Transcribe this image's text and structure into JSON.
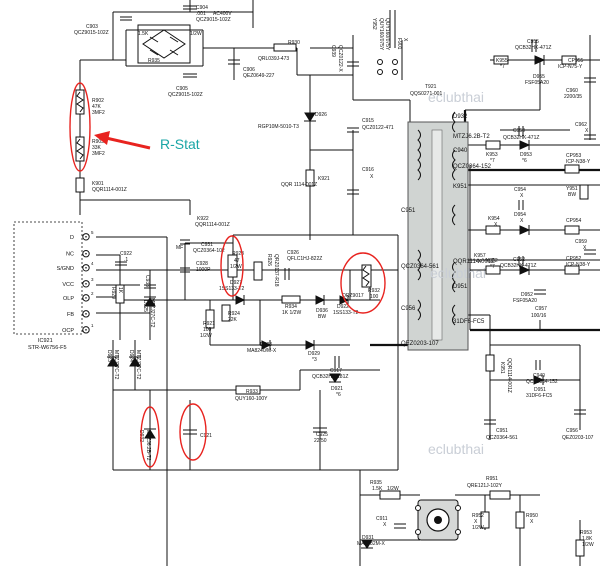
{
  "annotation": {
    "label": "R-Stat",
    "color": "#1aa6a6",
    "arrow_color": "#e8231f"
  },
  "highlight_color": "#e8231f",
  "watermarks": [
    "eclubthai",
    "eclubthai",
    "eclubthai"
  ],
  "ic": {
    "name": "IC921",
    "part": "STR-W6756-F5",
    "pins": [
      {
        "num": "5",
        "label": "D"
      },
      {
        "num": "",
        "label": "NC"
      },
      {
        "num": "4",
        "label": "S/GND"
      },
      {
        "num": "3",
        "label": "VCC"
      },
      {
        "num": "2",
        "label": "OLP"
      },
      {
        "num": "",
        "label": "FB"
      },
      {
        "num": "1",
        "label": "OCP"
      }
    ]
  },
  "labels": [
    {
      "id": "c904",
      "text": "C904"
    },
    {
      "id": "c904v",
      "text": ".001"
    },
    {
      "id": "c904p",
      "text": "AC400V"
    },
    {
      "id": "c904q",
      "text": "QCZ9015-102Z"
    },
    {
      "id": "c903",
      "text": "C903"
    },
    {
      "id": "c903q",
      "text": "QCZ9015-102Z"
    },
    {
      "id": "c905",
      "text": "C905"
    },
    {
      "id": "c905q",
      "text": "QCZ9015-102Z"
    },
    {
      "id": "r930",
      "text": "R930"
    },
    {
      "id": "r930q",
      "text": "QRL039J-473"
    },
    {
      "id": "c906",
      "text": "C906"
    },
    {
      "id": "c906q",
      "text": "QEZ0649-227"
    },
    {
      "id": "r902",
      "text": "R902"
    },
    {
      "id": "r902v",
      "text": "47K"
    },
    {
      "id": "r902w",
      "text": "3MF2"
    },
    {
      "id": "r903",
      "text": "R903"
    },
    {
      "id": "r903v",
      "text": "33K"
    },
    {
      "id": "r903w",
      "text": "3MF2"
    },
    {
      "id": "d926",
      "text": "D926"
    },
    {
      "id": "d926q",
      "text": "RGP10M-5010-T3"
    },
    {
      "id": "c915",
      "text": "C915"
    },
    {
      "id": "c915q",
      "text": "QCZ0122-471"
    },
    {
      "id": "k901",
      "text": "K901"
    },
    {
      "id": "k901q",
      "text": "QQR1114-001Z"
    },
    {
      "id": "k921",
      "text": "K921"
    },
    {
      "id": "k921q",
      "text": "QQR 1114-001Z"
    },
    {
      "id": "c916",
      "text": "C916"
    },
    {
      "id": "c916v",
      "text": "X"
    },
    {
      "id": "t921",
      "text": "T921"
    },
    {
      "id": "t921q",
      "text": "QQS0271-001"
    },
    {
      "id": "k955",
      "text": "K955"
    },
    {
      "id": "k955v",
      "text": "*7"
    },
    {
      "id": "c955",
      "text": "C955"
    },
    {
      "id": "c955q",
      "text": "QCB32HK-471Z"
    },
    {
      "id": "d955",
      "text": "D955"
    },
    {
      "id": "d955q",
      "text": "FSF05A20"
    },
    {
      "id": "cp955",
      "text": "CP955"
    },
    {
      "id": "cp955q",
      "text": "ICP-N75-Y"
    },
    {
      "id": "c960",
      "text": "C960"
    },
    {
      "id": "c960v",
      "text": "2200/35"
    },
    {
      "id": "c953",
      "text": "C953"
    },
    {
      "id": "c953q",
      "text": "QCB32HK-471Z"
    },
    {
      "id": "k953",
      "text": "K953"
    },
    {
      "id": "k953v",
      "text": "*7"
    },
    {
      "id": "d953",
      "text": "D953"
    },
    {
      "id": "d953v",
      "text": "*6"
    },
    {
      "id": "cp953",
      "text": "CP953"
    },
    {
      "id": "cp953q",
      "text": "ICP-N38-Y"
    },
    {
      "id": "c962",
      "text": "C962"
    },
    {
      "id": "c962v",
      "text": "X"
    },
    {
      "id": "c954",
      "text": "C954"
    },
    {
      "id": "c954v",
      "text": "X"
    },
    {
      "id": "y951",
      "text": "Y951"
    },
    {
      "id": "y951v",
      "text": "BW"
    },
    {
      "id": "k954",
      "text": "K954"
    },
    {
      "id": "k954v",
      "text": "X"
    },
    {
      "id": "d954",
      "text": "D954"
    },
    {
      "id": "d954v",
      "text": "X"
    },
    {
      "id": "cp954",
      "text": "CP954"
    },
    {
      "id": "c952",
      "text": "C952"
    },
    {
      "id": "c952q",
      "text": "QCB32HK-471Z"
    },
    {
      "id": "k957",
      "text": "K957"
    },
    {
      "id": "k957v",
      "text": "X"
    },
    {
      "id": "k952",
      "text": "K952"
    },
    {
      "id": "k952v",
      "text": "*7"
    },
    {
      "id": "d952",
      "text": "D952"
    },
    {
      "id": "d952q",
      "text": "FSF05A20"
    },
    {
      "id": "cp952",
      "text": "CP952"
    },
    {
      "id": "cp952q",
      "text": "ICP-N38-Y"
    },
    {
      "id": "c959",
      "text": "C959"
    },
    {
      "id": "c959v",
      "text": "X"
    },
    {
      "id": "c957",
      "text": "C957"
    },
    {
      "id": "c957v",
      "text": "100/16"
    },
    {
      "id": "c922",
      "text": "C922"
    },
    {
      "id": "c922v",
      "text": ".1"
    },
    {
      "id": "k922",
      "text": "K922"
    },
    {
      "id": "k922q",
      "text": "QQR1114-001Z"
    },
    {
      "id": "c931",
      "text": "C931"
    },
    {
      "id": "c931q",
      "text": "QCZ0364-102"
    },
    {
      "id": "mf",
      "text": "MF"
    },
    {
      "id": "c928",
      "text": "C928"
    },
    {
      "id": "c928v",
      "text": "1000P"
    },
    {
      "id": "r923",
      "text": "R923"
    },
    {
      "id": "r923v",
      "text": "47"
    },
    {
      "id": "r923w",
      "text": "1/2W"
    },
    {
      "id": "r926",
      "text": "R926"
    },
    {
      "id": "r926q",
      "text": "QRZ0137-R18"
    },
    {
      "id": "c926",
      "text": "C926"
    },
    {
      "id": "c926q",
      "text": "QFLC1HJ-822Z"
    },
    {
      "id": "r932",
      "text": "R932"
    },
    {
      "id": "r932v",
      "text": "100"
    },
    {
      "id": "qrz",
      "text": "QRZ9017"
    },
    {
      "id": "r929",
      "text": "R929"
    },
    {
      "id": "r929v",
      "text": "1K"
    },
    {
      "id": "c933",
      "text": "C933"
    },
    {
      "id": "d927",
      "text": "D927"
    },
    {
      "id": "d927q",
      "text": "1SS133-T2"
    },
    {
      "id": "r934",
      "text": "R934"
    },
    {
      "id": "r934v",
      "text": "1K 1/2W"
    },
    {
      "id": "d936",
      "text": "D936"
    },
    {
      "id": "d936v",
      "text": "BW"
    },
    {
      "id": "d922",
      "text": "D922"
    },
    {
      "id": "d922q",
      "text": "1SS133-T2"
    },
    {
      "id": "d925",
      "text": "D925"
    },
    {
      "id": "d925q",
      "text": "MTZJ27C-T2"
    },
    {
      "id": "r921",
      "text": "R921"
    },
    {
      "id": "r921v",
      "text": "100"
    },
    {
      "id": "r921w",
      "text": "1/2W"
    },
    {
      "id": "r924",
      "text": "R924"
    },
    {
      "id": "r924v",
      "text": "22K"
    },
    {
      "id": "d929",
      "text": "D929"
    },
    {
      "id": "d929v",
      "text": "*3"
    },
    {
      "id": "d928",
      "text": "D928"
    },
    {
      "id": "d928q",
      "text": "MA8240/M-X"
    },
    {
      "id": "c917",
      "text": "C917"
    },
    {
      "id": "c917q",
      "text": "QCB32HK-181Z"
    },
    {
      "id": "d921",
      "text": "D921"
    },
    {
      "id": "d921v",
      "text": "*6"
    },
    {
      "id": "d923",
      "text": "D923"
    },
    {
      "id": "d923q",
      "text": "MTZJ27C-T2"
    },
    {
      "id": "d924",
      "text": "D924"
    },
    {
      "id": "d924q",
      "text": "MTZJ27C-T2"
    },
    {
      "id": "r933",
      "text": "R933"
    },
    {
      "id": "r933q",
      "text": "QUY160-100Y"
    },
    {
      "id": "c925",
      "text": "C925"
    },
    {
      "id": "c925v",
      "text": "22/50"
    },
    {
      "id": "c921",
      "text": "C921"
    },
    {
      "id": "d932",
      "text": "D932"
    },
    {
      "id": "d932q",
      "text": "MTZJ6.2B-T2"
    },
    {
      "id": "c940",
      "text": "C940"
    },
    {
      "id": "c940q",
      "text": "QCZ0364-152"
    },
    {
      "id": "k951",
      "text": "K951"
    },
    {
      "id": "k951q",
      "text": "QQR1114-001Z"
    },
    {
      "id": "d951",
      "text": "D951"
    },
    {
      "id": "d951q",
      "text": "31DF6-FC5"
    },
    {
      "id": "c951",
      "text": "C951"
    },
    {
      "id": "c951q",
      "text": "QCZ0364-561"
    },
    {
      "id": "c956",
      "text": "C956"
    },
    {
      "id": "c956q",
      "text": "QEZ0203-107"
    },
    {
      "id": "r935",
      "text": "R935"
    },
    {
      "id": "r935v",
      "text": "1.5K"
    },
    {
      "id": "r935w",
      "text": "1/2W"
    },
    {
      "id": "r951",
      "text": "R951"
    },
    {
      "id": "r951q",
      "text": "QRE121J-102Y"
    },
    {
      "id": "c911",
      "text": "C911"
    },
    {
      "id": "c911v",
      "text": "X"
    },
    {
      "id": "r952",
      "text": "R952"
    },
    {
      "id": "r952v",
      "text": "X"
    },
    {
      "id": "r952w",
      "text": "1/2W"
    },
    {
      "id": "r950",
      "text": "R950"
    },
    {
      "id": "r950v",
      "text": "X"
    },
    {
      "id": "r953",
      "text": "R953"
    },
    {
      "id": "r953v",
      "text": "1.8K"
    },
    {
      "id": "r953w",
      "text": "1/2W"
    },
    {
      "id": "d931",
      "text": "D931"
    },
    {
      "id": "d931q",
      "text": "MA8082M-X"
    },
    {
      "id": "f901",
      "text": "F901"
    },
    {
      "id": "f901v",
      "text": "X"
    },
    {
      "id": "c939",
      "text": "C939"
    },
    {
      "id": "c939q",
      "text": "QCZ0122-X"
    },
    {
      "id": "y952",
      "text": "Y952"
    },
    {
      "id": "y952q",
      "text": "QUY160/075Y"
    },
    {
      "id": "y953",
      "text": "QUY160/075Y"
    },
    {
      "id": "t1",
      "text": "13"
    },
    {
      "id": "t2",
      "text": "14"
    },
    {
      "id": "t3",
      "text": "17"
    },
    {
      "id": "t4",
      "text": "16"
    },
    {
      "id": "t5",
      "text": "15"
    },
    {
      "id": "t6",
      "text": "11"
    },
    {
      "id": "t7",
      "text": "10"
    },
    {
      "id": "t8",
      "text": "12"
    },
    {
      "id": "t9",
      "text": "1"
    },
    {
      "id": "t10",
      "text": "7"
    },
    {
      "id": "t11",
      "text": "6"
    },
    {
      "id": "t12",
      "text": "2"
    },
    {
      "id": "b2",
      "text": "2"
    },
    {
      "id": "b4",
      "text": "4"
    },
    {
      "id": "b3",
      "text": "3"
    }
  ]
}
